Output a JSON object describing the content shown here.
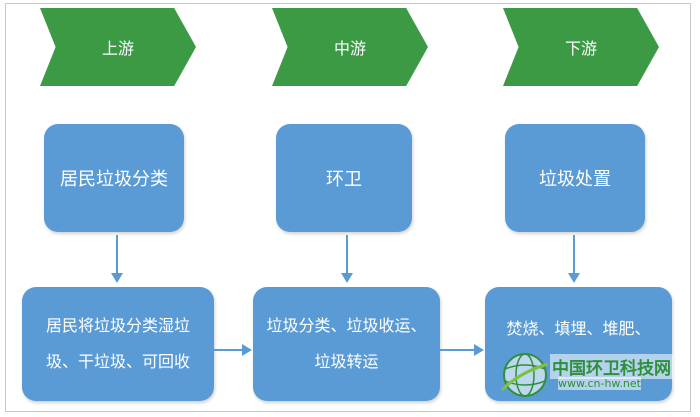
{
  "stages": [
    {
      "label": "上游"
    },
    {
      "label": "中游"
    },
    {
      "label": "下游"
    }
  ],
  "top_boxes": [
    {
      "text": "居民垃圾分类"
    },
    {
      "text": "环卫"
    },
    {
      "text": "垃圾处置"
    }
  ],
  "bottom_boxes": [
    {
      "line1": "居民将垃圾分类湿垃",
      "line2": "圾、干垃圾、可回收"
    },
    {
      "line1": "垃圾分类、垃圾收运、",
      "line2": "垃圾转运"
    },
    {
      "line1": "焚烧、填埋、堆肥、",
      "line2": ""
    }
  ],
  "watermark": {
    "name": "中国环卫科技网",
    "url": "www.cn-hw.net"
  },
  "colors": {
    "stage_green": "#3c9a45",
    "box_blue": "#5b9bd5"
  }
}
